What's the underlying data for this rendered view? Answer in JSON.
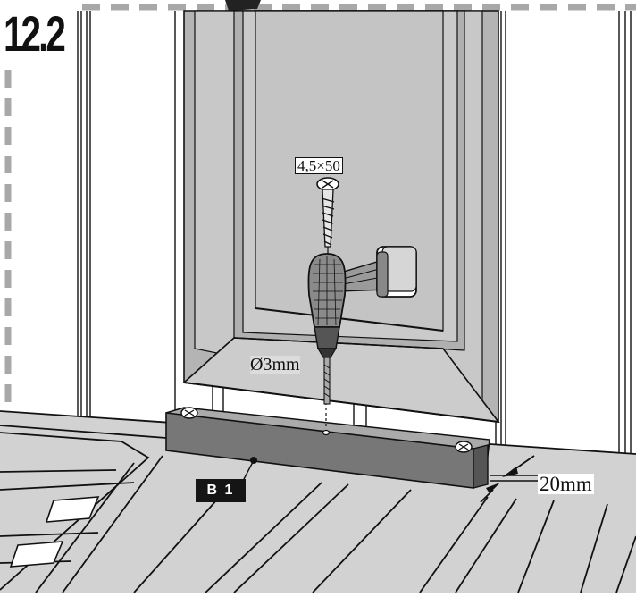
{
  "step": {
    "number": "12.2"
  },
  "screw": {
    "size_label": "4,5×50"
  },
  "drill": {
    "bit_label": "Ø3mm"
  },
  "gap": {
    "label": "20mm"
  },
  "part": {
    "code": "B 1"
  },
  "colors": {
    "line": "#111111",
    "wall": "#ffffff",
    "window_frame": "#b4b4b4",
    "glass": "#c4c4c4",
    "sill": "#cccccc",
    "beam_top": "#aaaaaa",
    "beam_front": "#777777",
    "floor": "#d2d2d2",
    "border_dash": "#a8a8a8",
    "tag_bg": "#151515"
  },
  "icons": [
    "screw-icon",
    "drill-icon",
    "dimension-arrow-icon"
  ]
}
